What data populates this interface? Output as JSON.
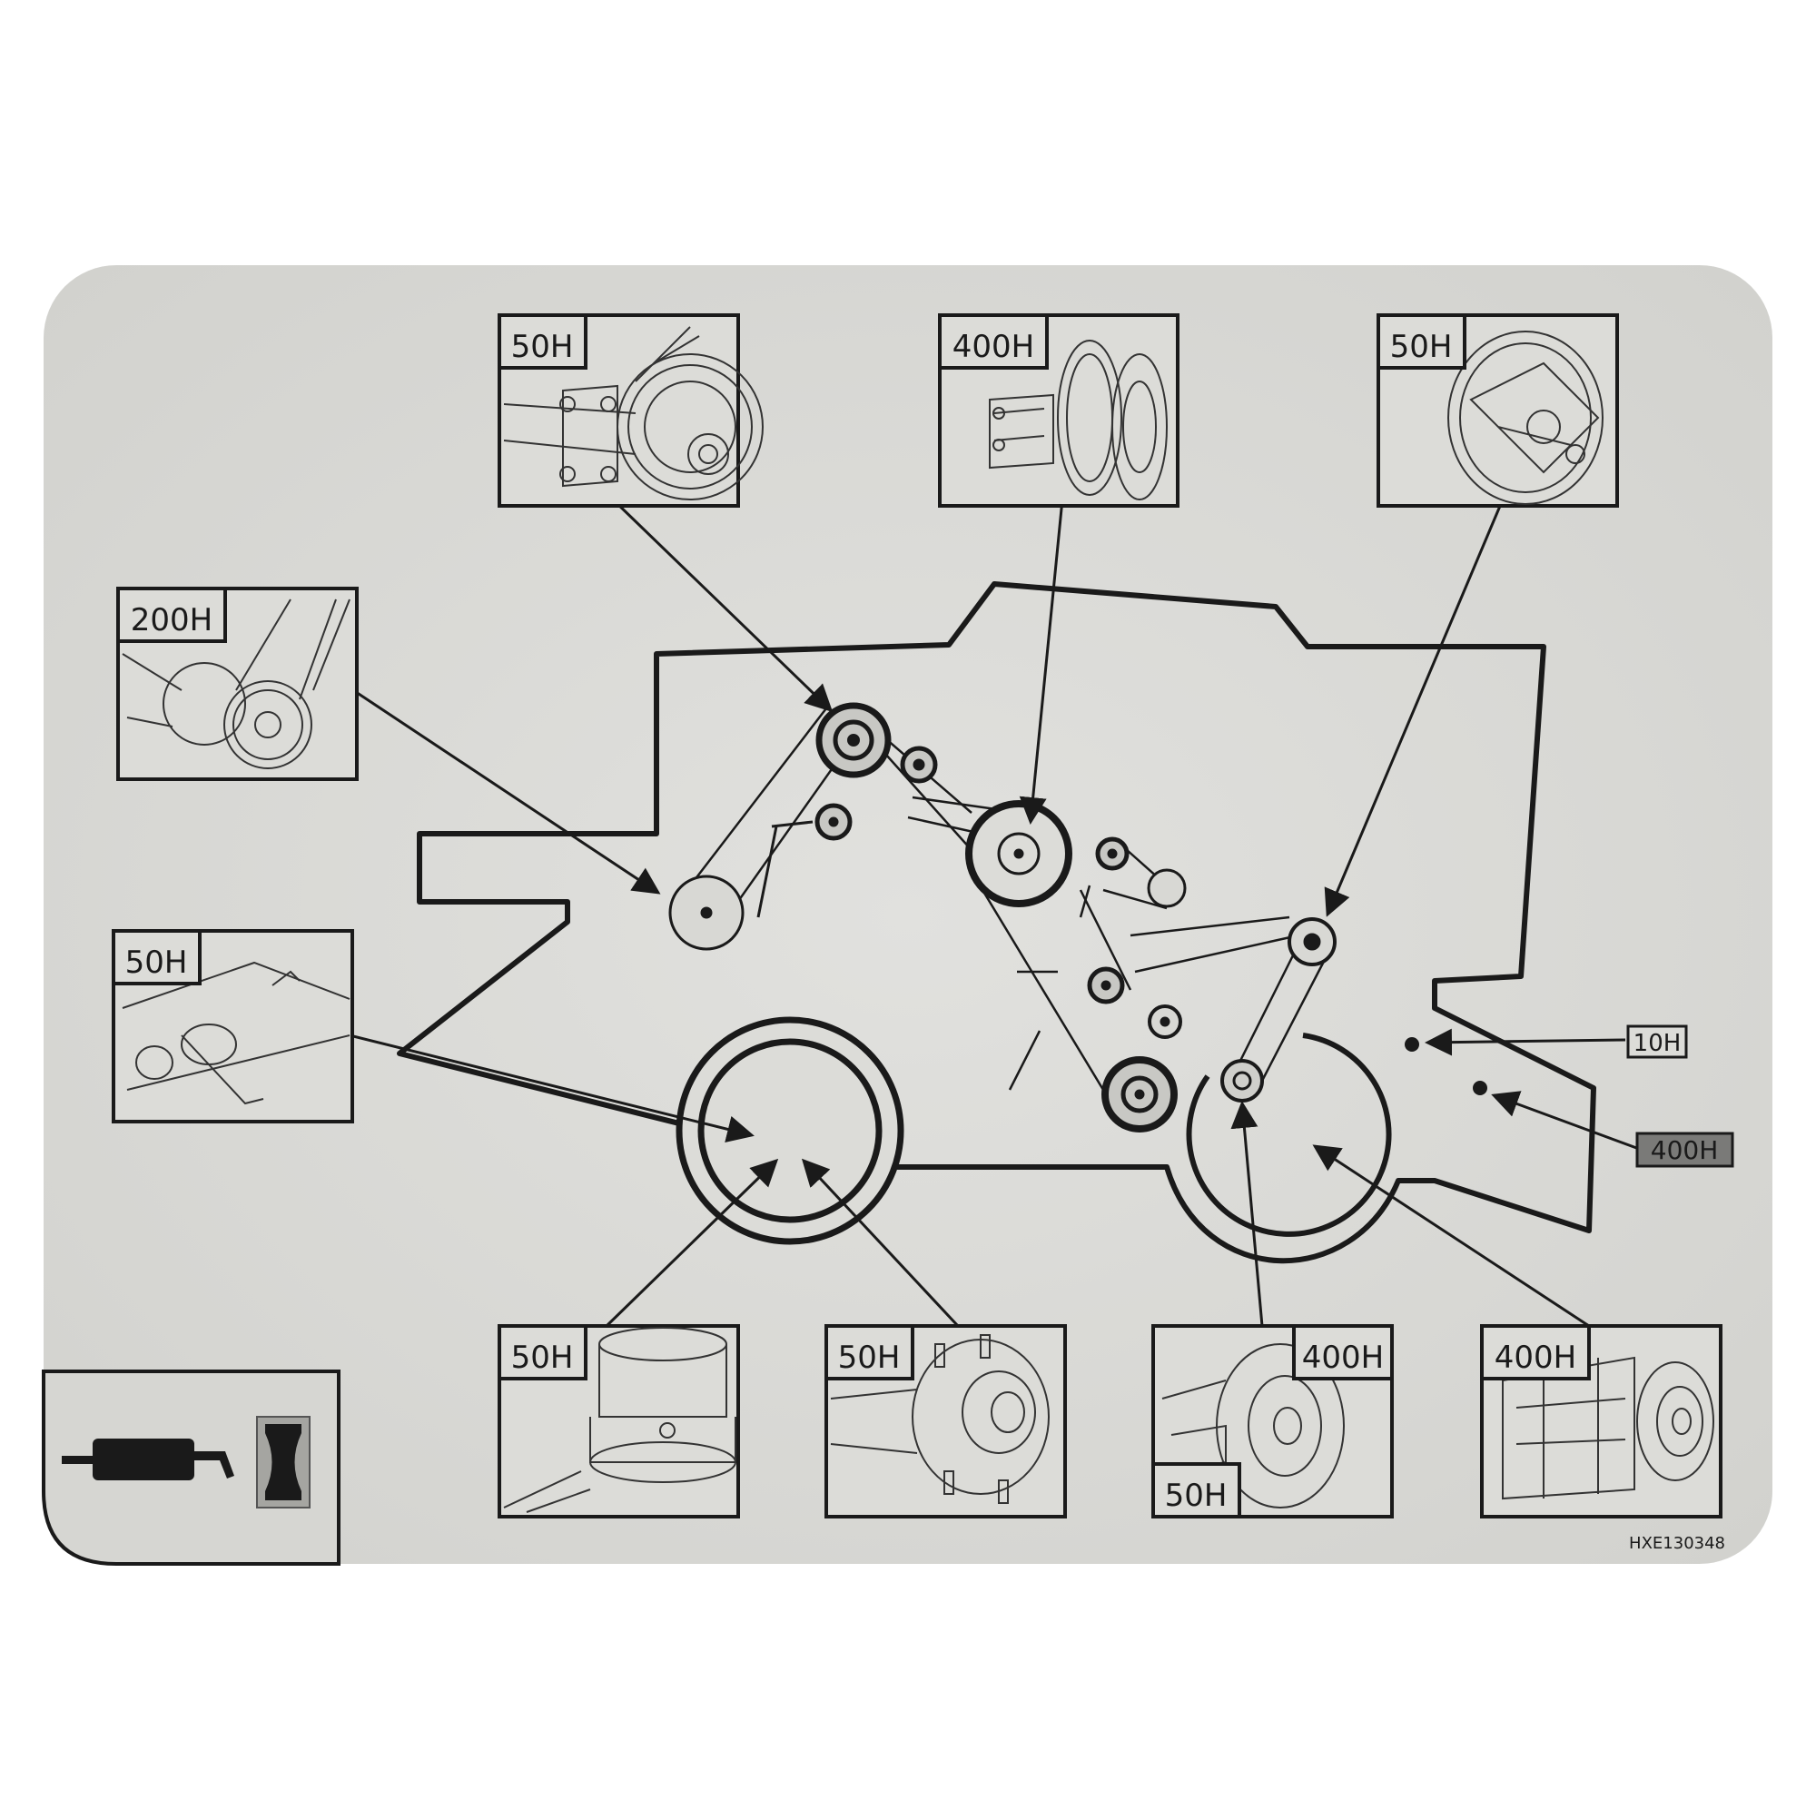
{
  "decal": {
    "background_color": "#dcdcd8",
    "ink_color": "#1a1a1a",
    "doc_code": "HXE130348",
    "corner_icons": [
      "muffler-icon",
      "drive-belt-icon"
    ]
  },
  "callouts": {
    "top_left": {
      "label": "50H"
    },
    "top_center": {
      "label": "400H"
    },
    "top_right": {
      "label": "50H"
    },
    "mid_left_upper": {
      "label": "200H"
    },
    "mid_left_lower": {
      "label": "50H"
    },
    "right_small_upper": {
      "label": "10H"
    },
    "right_small_lower": {
      "label": "400H"
    },
    "bottom_1": {
      "label": "50H"
    },
    "bottom_2": {
      "label": "50H"
    },
    "bottom_3_top": {
      "label": "400H"
    },
    "bottom_3_bottom": {
      "label": "50H"
    },
    "bottom_4": {
      "label": "400H"
    }
  }
}
